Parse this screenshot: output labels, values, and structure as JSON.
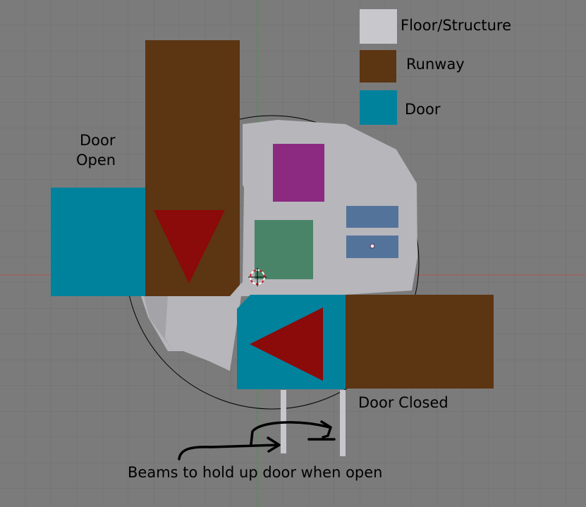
{
  "legend": {
    "items": [
      {
        "label": "Floor/Structure",
        "color": "#c8c8cc"
      },
      {
        "label": "Runway",
        "color": "#5c3512"
      },
      {
        "label": "Door",
        "color": "#00829d"
      }
    ]
  },
  "labels": {
    "door_open_line1": "Door",
    "door_open_line2": "Open",
    "door_closed": "Door Closed",
    "beams_note": "Beams to hold up door when open"
  },
  "colors": {
    "background": "#7b7b7b",
    "grid": "#6f6f6f",
    "floor": "#b6b6bb",
    "runway": "#5c3512",
    "door": "#00829d",
    "arrow": "#8b0a0a",
    "purple_block": "#8c2a82",
    "green_block": "#4a8468",
    "blue_blocks": "#54739b",
    "beams": "#c6c6cc"
  }
}
